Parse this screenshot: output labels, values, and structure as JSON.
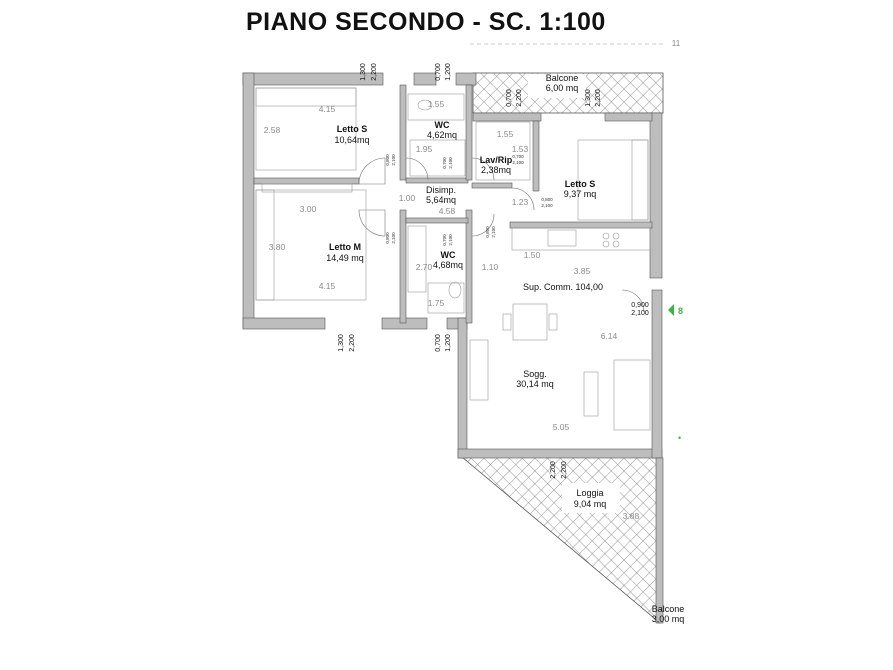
{
  "title": "PIANO SECONDO - SC. 1:100",
  "top_scale_mark": "11",
  "rooms": {
    "balcone_top": {
      "name": "Balcone",
      "area": "6,00 mq"
    },
    "letto_s1": {
      "name": "Letto S",
      "area": "10,64mq"
    },
    "wc1": {
      "name": "WC",
      "area": "4,62mq"
    },
    "lav_rip": {
      "name": "Lav/Rip",
      "area": "2,38mq"
    },
    "letto_s2": {
      "name": "Letto S",
      "area": "9,37 mq"
    },
    "disimp": {
      "name": "Disimp.",
      "area": "5,64mq"
    },
    "letto_m": {
      "name": "Letto M",
      "area": "14,49 mq"
    },
    "wc2": {
      "name": "WC",
      "area": "4,68mq"
    },
    "sogg": {
      "name": "Sogg.",
      "area": "30,14 mq"
    },
    "loggia": {
      "name": "Loggia",
      "area": "9,04 mq"
    },
    "balcone_bottom": {
      "name": "Balcone",
      "area": "3,00 mq"
    }
  },
  "sup_comm": "Sup. Comm. 104,00",
  "arrow_label": "8",
  "dimensions": {
    "d415_top": "4.15",
    "d258": "2.58",
    "d300": "3.00",
    "d380": "3.80",
    "d415_mid": "4.15",
    "d155_wc": "1.55",
    "d195": "1.95",
    "d155_lav": "1.55",
    "d153": "1.53",
    "d100": "1.00",
    "d458": "4.58",
    "d123": "1.23",
    "d270": "2.70",
    "d110": "1.10",
    "d150": "1.50",
    "d385": "3.85",
    "d175": "1.75",
    "d614": "6.14",
    "d505": "5.05",
    "d388": "3.88"
  },
  "windows": {
    "w_top1": [
      "1,300",
      "2,200"
    ],
    "w_top2": [
      "0,700",
      "1,200"
    ],
    "w_bal1": [
      "0,700",
      "2,200"
    ],
    "w_bal2": [
      "1,300",
      "2,200"
    ],
    "w_bot1": [
      "1,300",
      "2,200"
    ],
    "w_bot2": [
      "0,700",
      "1,200"
    ],
    "w_loggia": [
      "2,200",
      "2,200"
    ],
    "w_right": [
      "0,900",
      "2,100"
    ]
  },
  "doors": {
    "dr1": [
      "0,800",
      "2,100"
    ],
    "dr2": [
      "0,800",
      "2,100"
    ],
    "dr3": [
      "0,700",
      "2,100"
    ],
    "dr4": [
      "0,700",
      "2,100"
    ],
    "dr5": [
      "0,800",
      "2,100"
    ],
    "dr6": [
      "0,800",
      "2,100"
    ],
    "dr7": [
      "0,700",
      "2,100"
    ]
  }
}
